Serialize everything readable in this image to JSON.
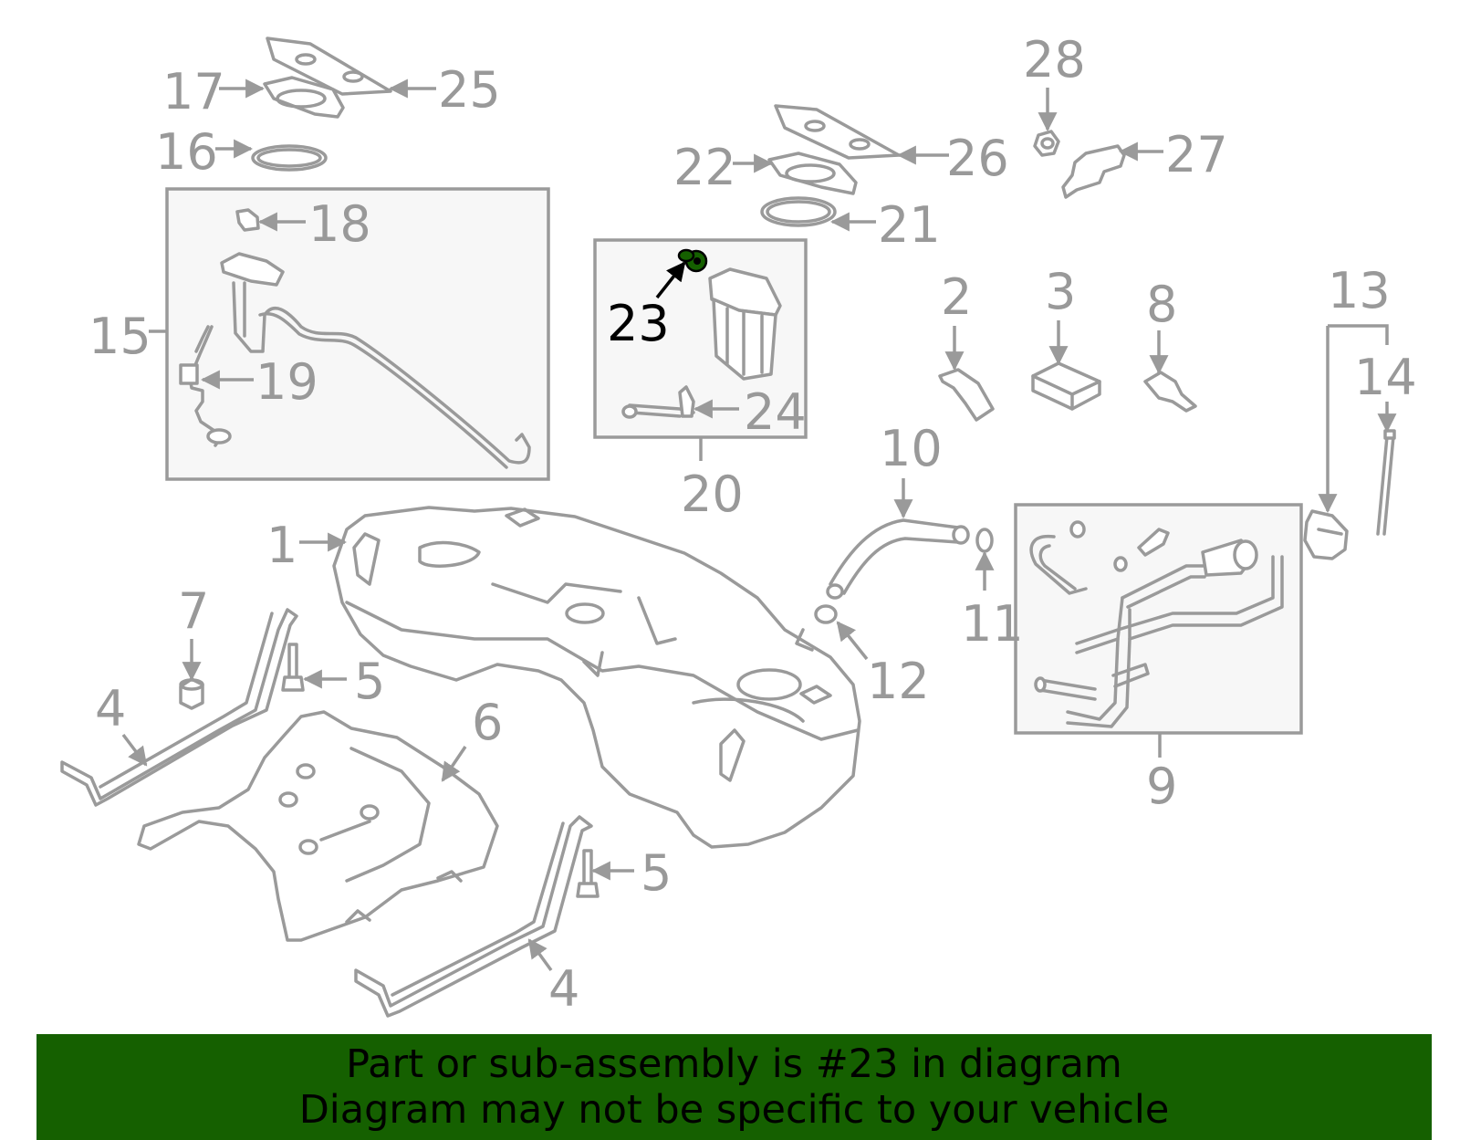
{
  "diagram": {
    "highlighted_part": "23",
    "highlight_color": "#156000",
    "labels": {
      "p1": "1",
      "p2": "2",
      "p3": "3",
      "p4a": "4",
      "p4b": "4",
      "p5a": "5",
      "p5b": "5",
      "p6": "6",
      "p7": "7",
      "p8": "8",
      "p9": "9",
      "p10": "10",
      "p11": "11",
      "p12": "12",
      "p13": "13",
      "p14": "14",
      "p15": "15",
      "p16": "16",
      "p17": "17",
      "p18": "18",
      "p19": "19",
      "p20": "20",
      "p21": "21",
      "p22": "22",
      "p23": "23",
      "p24": "24",
      "p25": "25",
      "p26": "26",
      "p27": "27",
      "p28": "28"
    }
  },
  "banner": {
    "line1": "Part or sub-assembly is #23 in diagram",
    "line2": "Diagram may not be specific to your vehicle",
    "background": "#156000"
  }
}
